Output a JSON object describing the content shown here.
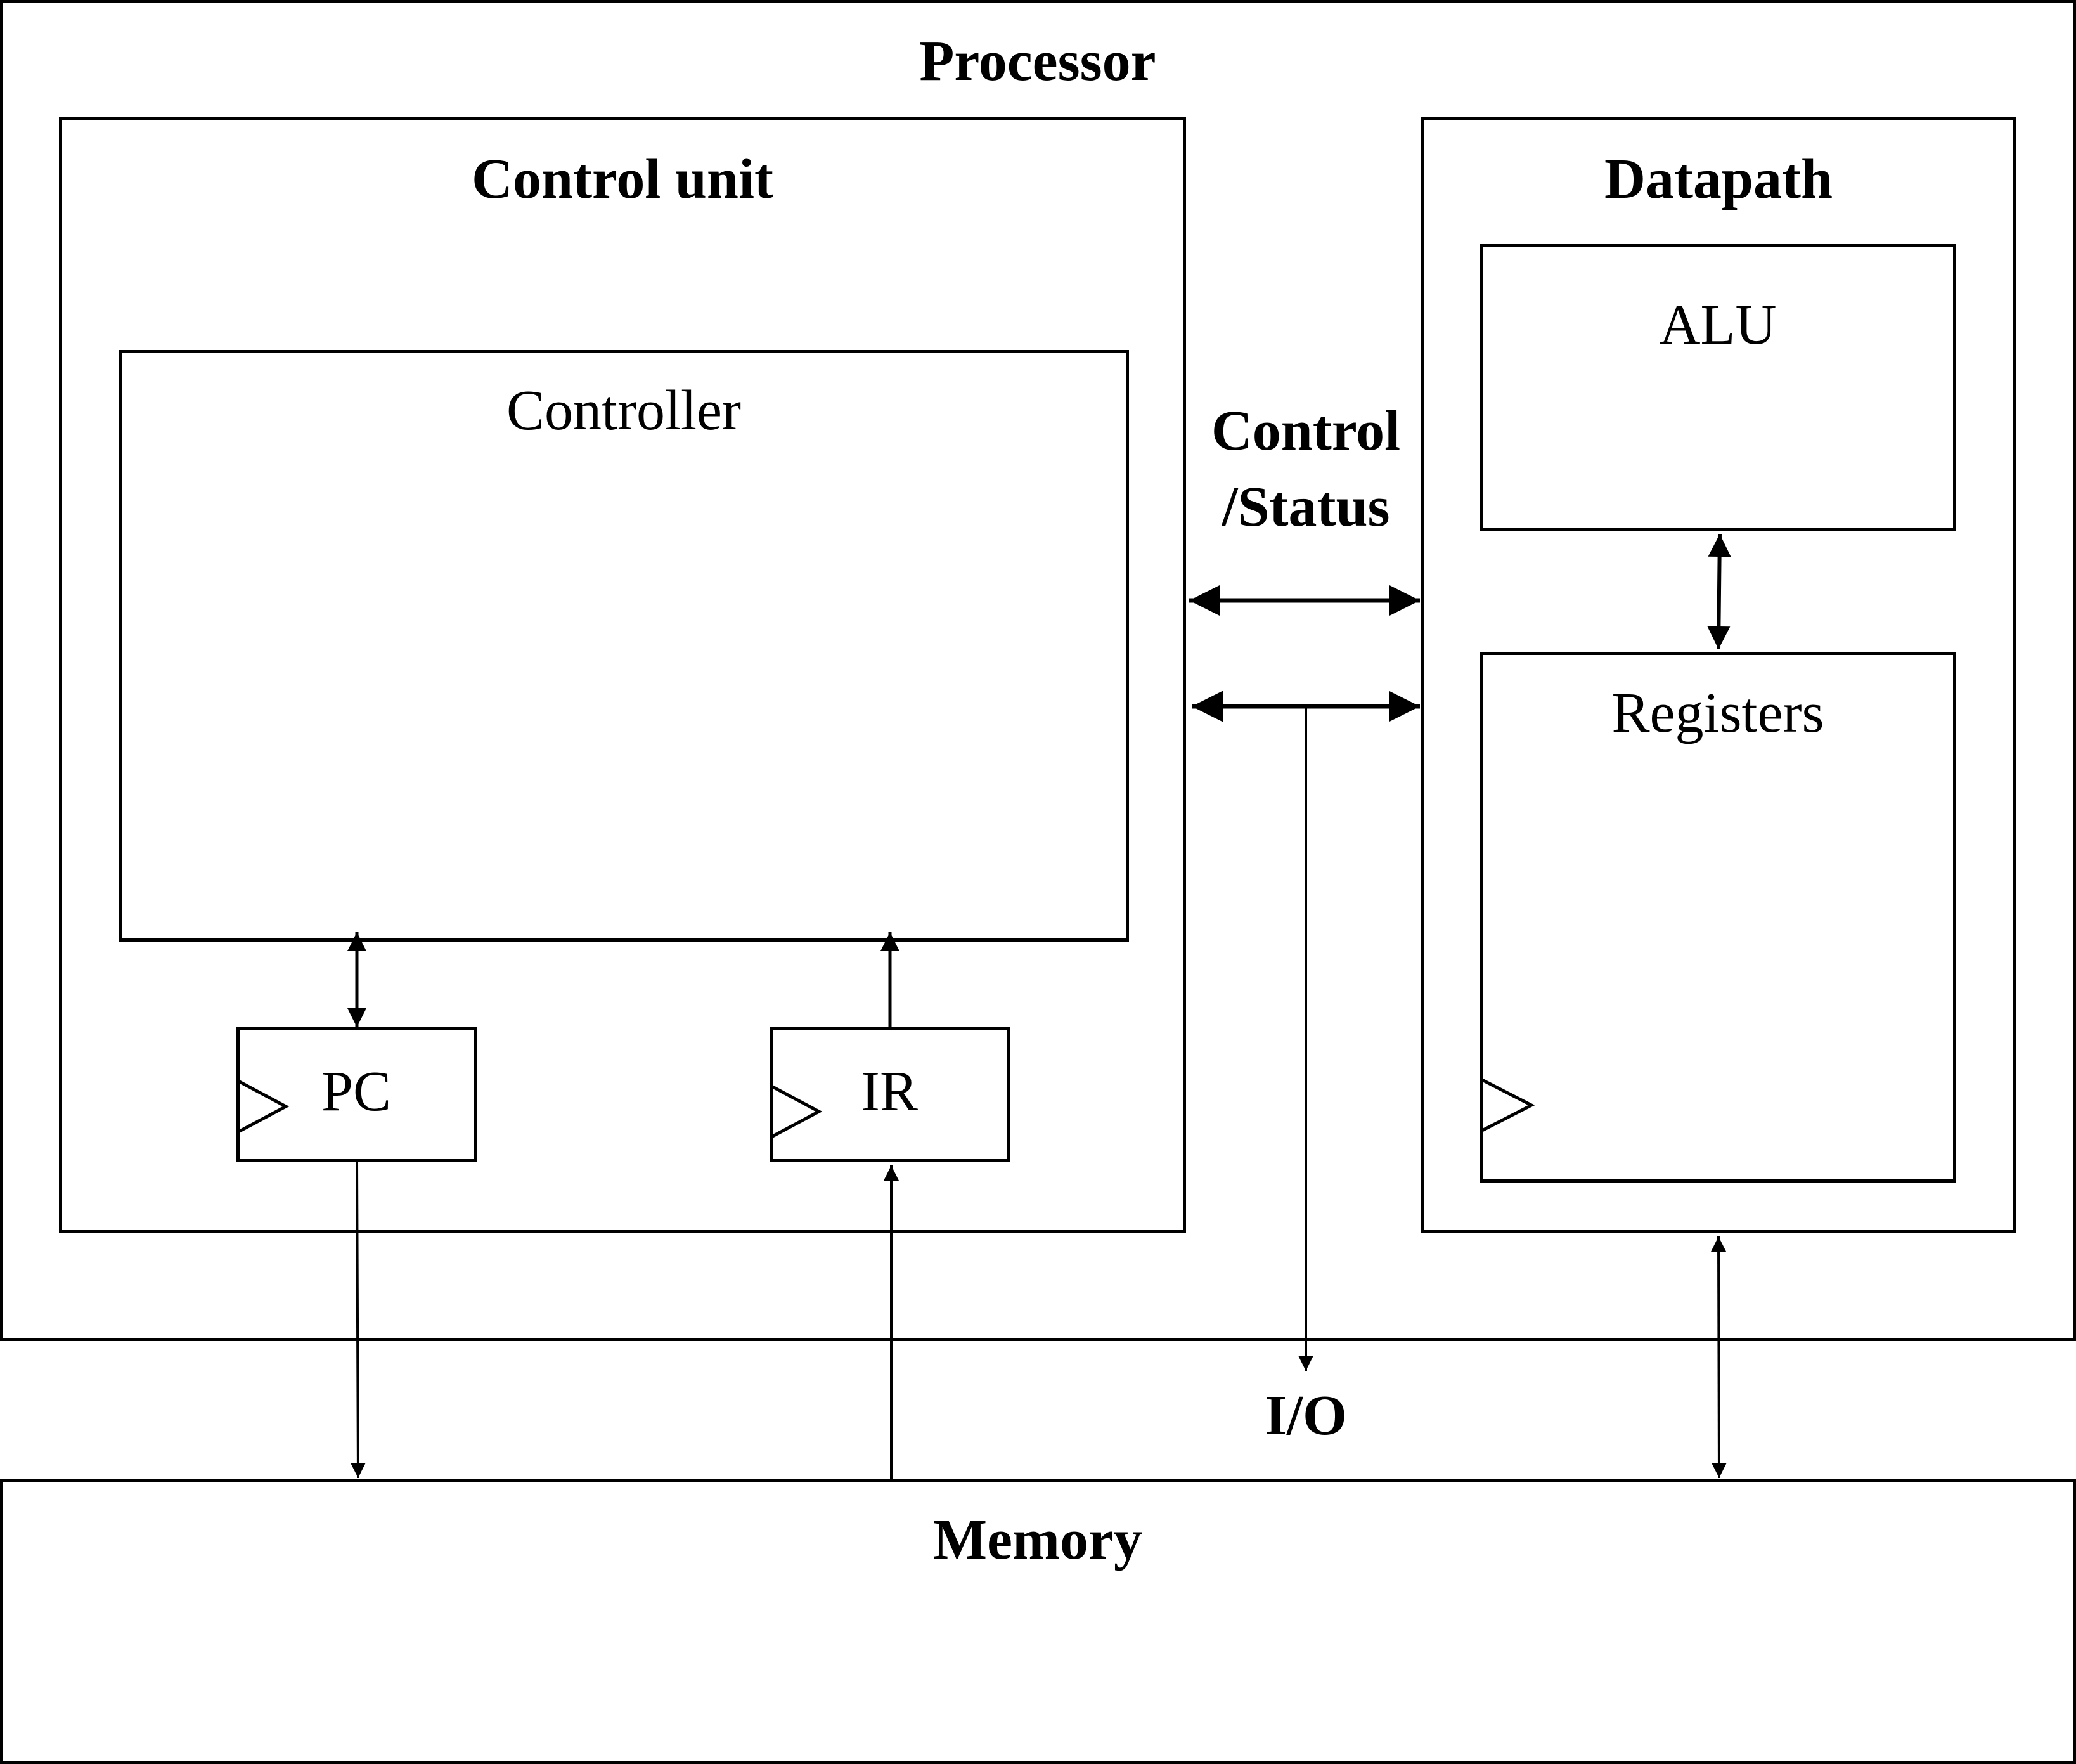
{
  "diagram": {
    "processor": {
      "label": "Processor"
    },
    "control_unit": {
      "label": "Control unit",
      "controller": {
        "label": "Controller"
      },
      "pc": {
        "label": "PC"
      },
      "ir": {
        "label": "IR"
      }
    },
    "datapath": {
      "label": "Datapath",
      "alu": {
        "label": "ALU"
      },
      "registers": {
        "label": "Registers"
      }
    },
    "control_status": {
      "line1": "Control",
      "line2": "/Status"
    },
    "io": {
      "label": "I/O"
    },
    "memory": {
      "label": "Memory"
    },
    "colors": {
      "stroke": "#000000",
      "background": "#ffffff"
    }
  }
}
